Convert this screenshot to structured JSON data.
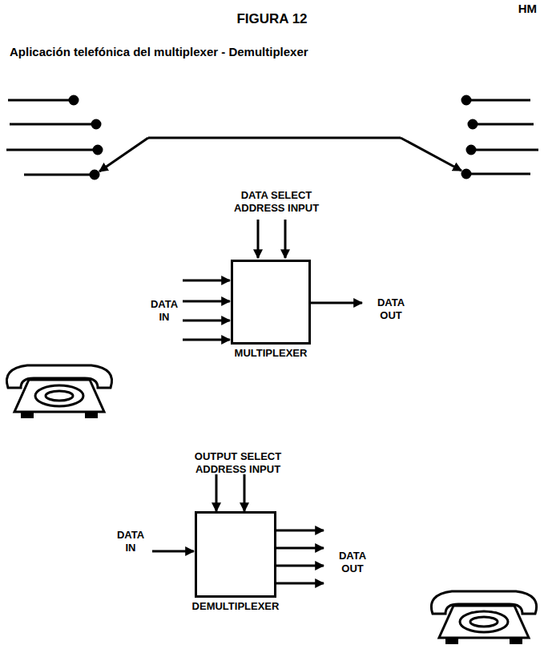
{
  "diagram": {
    "title": "FIGURA 12",
    "nodes": [
      {
        "text": [
          "MULTIPLEXER"
        ]
      },
      {
        "text": [
          "DEMULTIPLEXER"
        ]
      }
    ],
    "labels": [
      "HM",
      "Aplicación telefónica del multiplexer - Demultiplexer",
      "DATA SELECT ADDRESS INPUT",
      "DATA IN",
      "DATA OUT",
      "OUTPUT SELECT ADDRESS INPUT",
      "DATA IN",
      "DATA OUT"
    ]
  }
}
